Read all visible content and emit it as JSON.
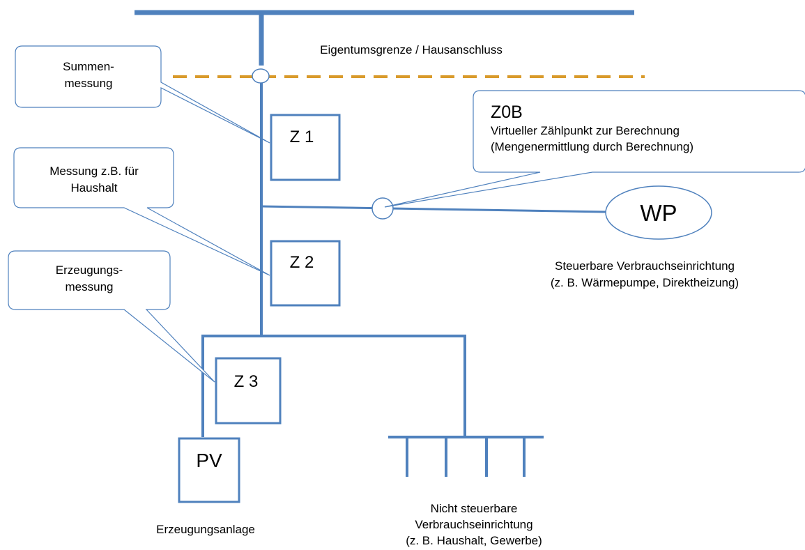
{
  "boundary_label": "Eigentumsgrenze / Hausanschluss",
  "callouts": {
    "summen": {
      "line1": "Summen-",
      "line2": "messung"
    },
    "haushalt": {
      "line1": "Messung z.B. für",
      "line2": "Haushalt"
    },
    "erzeugung": {
      "line1": "Erzeugungs-",
      "line2": "messung"
    },
    "z0b": {
      "title": "Z0B",
      "line1": "Virtueller Zählpunkt zur Berechnung",
      "line2": "(Mengenermittlung durch Berechnung)"
    }
  },
  "meters": {
    "z1": "Z 1",
    "z2": "Z 2",
    "z3": "Z 3"
  },
  "pv": {
    "label": "PV",
    "caption": "Erzeugungsanlage"
  },
  "wp": {
    "label": "WP",
    "caption_line1": "Steuerbare Verbrauchseinrichtung",
    "caption_line2": "(z. B. Wärmepumpe, Direktheizung)"
  },
  "consumers": {
    "line1": "Nicht steuerbare",
    "line2": "Verbrauchseinrichtung",
    "line3": "(z. B. Haushalt, Gewerbe)"
  },
  "colors": {
    "bus": "#4f81bd",
    "callout_border": "#4f81bd",
    "boundary": "#d99a2b"
  }
}
